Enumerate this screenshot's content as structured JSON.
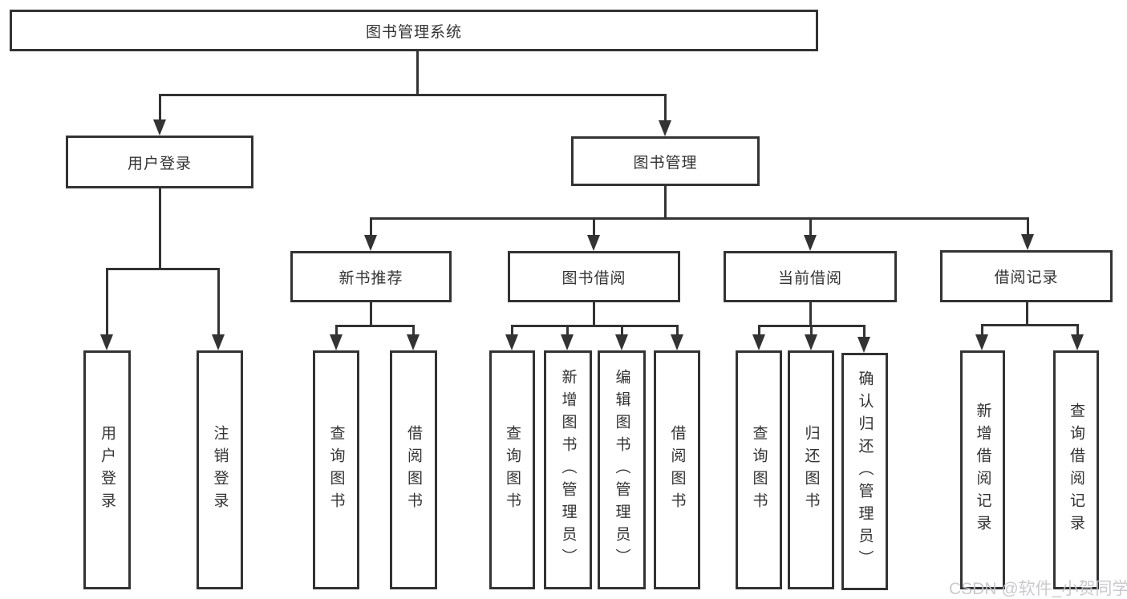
{
  "tree": {
    "label": "图书管理系统",
    "children": [
      {
        "label": "用户登录",
        "children": [
          {
            "label": "用户登录"
          },
          {
            "label": "注销登录"
          }
        ]
      },
      {
        "label": "图书管理",
        "children": [
          {
            "label": "新书推荐",
            "children": [
              {
                "label": "查询图书"
              },
              {
                "label": "借阅图书"
              }
            ]
          },
          {
            "label": "图书借阅",
            "children": [
              {
                "label": "查询图书"
              },
              {
                "label": "新增图书（管理员）"
              },
              {
                "label": "编辑图书（管理员）"
              },
              {
                "label": "借阅图书"
              }
            ]
          },
          {
            "label": "当前借阅",
            "children": [
              {
                "label": "查询图书"
              },
              {
                "label": "归还图书"
              },
              {
                "label": "确认归还（管理员）"
              }
            ]
          },
          {
            "label": "借阅记录",
            "children": [
              {
                "label": "新增借阅记录"
              },
              {
                "label": "查询借阅记录"
              }
            ]
          }
        ]
      }
    ]
  },
  "watermark": {
    "text": "CSDN @软件_小贺同学"
  },
  "colors": {
    "line": "#333333",
    "text": "#333333",
    "background": "#ffffff",
    "watermark": "#c4c6ca"
  }
}
